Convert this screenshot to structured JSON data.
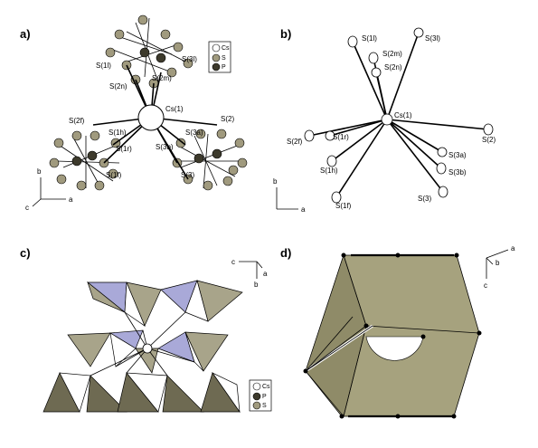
{
  "panels": [
    {
      "label": "a)"
    },
    {
      "label": "b)"
    },
    {
      "label": "c)"
    },
    {
      "label": "d)"
    }
  ],
  "atoms_a": {
    "cs1": "Cs(1)",
    "s1l": "S(1l)",
    "s3l": "S(3l)",
    "s2m": "S(2m)",
    "s2n": "S(2n)",
    "s2f": "S(2f)",
    "s1h": "S(1h)",
    "s1r": "S(1r)",
    "s1f": "S(1f)",
    "s2": "S(2)",
    "s3a": "S(3a)",
    "s3b": "S(3b)",
    "s3": "S(3)"
  },
  "atoms_b": {
    "s1l": "S(1l)",
    "s3l": "S(3l)",
    "s2m": "S(2m)",
    "s2n": "S(2n)",
    "cs1": "Cs(1)",
    "s2f": "S(2f)",
    "s1r": "S(1r)",
    "s1h": "S(1h)",
    "s1f": "S(1f)",
    "s2": "S(2)",
    "s3a": "S(3a)",
    "s3b": "S(3b)",
    "s3": "S(3)"
  },
  "legend": {
    "cs": "Cs",
    "s": "S",
    "p": "P"
  },
  "axes": {
    "a": "a",
    "b": "b",
    "c": "c"
  },
  "colors": {
    "polyhedron": "#a8a48a",
    "polyhedron_dark": "#6e6a52",
    "blue_face": "#a9a9d8",
    "box_face": "#a6a27e",
    "atom_s": "#a09a7e",
    "atom_p": "#3d3a2c"
  }
}
